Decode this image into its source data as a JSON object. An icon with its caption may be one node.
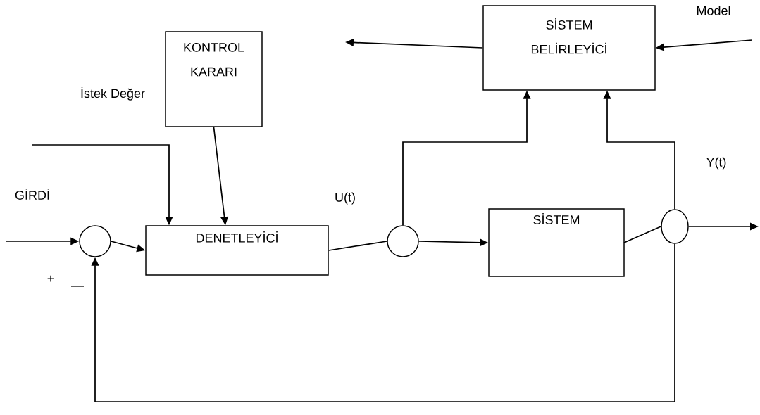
{
  "diagram": {
    "nodes": [
      {
        "text": [
          "KONTROL KARARI"
        ]
      },
      {
        "text": [
          "SİSTEM BELİRLEYİCİ"
        ]
      },
      {
        "text": [],
        "shape": "circle"
      },
      {
        "text": [
          "DENETLEYİCİ"
        ]
      },
      {
        "text": [],
        "shape": "circle"
      },
      {
        "text": [
          "SİSTEM"
        ]
      },
      {
        "text": [],
        "shape": "circle"
      }
    ],
    "edges": [
      {
        "from": null,
        "to": 2,
        "arrow": "to"
      },
      {
        "from": 2,
        "to": 3,
        "arrow": "to"
      },
      {
        "from": null,
        "to": 3,
        "arrow": "to"
      },
      {
        "from": 0,
        "to": 3,
        "arrow": "to"
      },
      {
        "from": 3,
        "to": 4,
        "arrow": "none"
      },
      {
        "from": 4,
        "to": 5,
        "arrow": "to"
      },
      {
        "from": 4,
        "to": 1,
        "arrow": "to"
      },
      {
        "from": 5,
        "to": 6,
        "arrow": "none"
      },
      {
        "from": 6,
        "to": null,
        "arrow": "to"
      },
      {
        "from": 6,
        "to": 1,
        "arrow": "to"
      },
      {
        "from": 6,
        "to": 2,
        "arrow": "to"
      },
      {
        "from": 1,
        "to": null,
        "arrow": "to"
      },
      {
        "from": null,
        "to": 1,
        "arrow": "to"
      }
    ],
    "labels": [
      "Model",
      "İstek Değer",
      "Y(t)",
      "GİRDİ",
      "U(t)",
      "+",
      "—"
    ]
  }
}
